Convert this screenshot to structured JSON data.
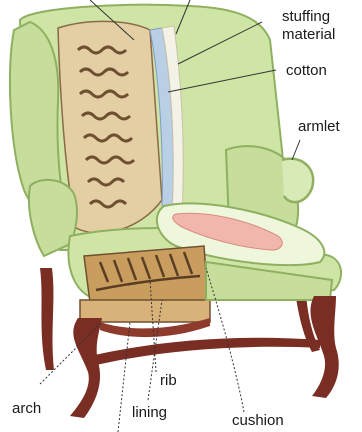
{
  "diagram": {
    "labels": {
      "stuffing_material_line1": "stuffing",
      "stuffing_material_line2": "material",
      "cotton": "cotton",
      "armlet": "armlet",
      "arch": "arch",
      "rib": "rib",
      "lining": "lining",
      "cushion": "cushion"
    },
    "colors": {
      "upholstery": "#cfe5a6",
      "upholstery_shadow": "#a9c97a",
      "wood": "#7a2d22",
      "cushion_pink": "#f1b7ad",
      "springs": "#8a6a48",
      "batting": "#b9cfe6",
      "leader": "#333333"
    }
  }
}
